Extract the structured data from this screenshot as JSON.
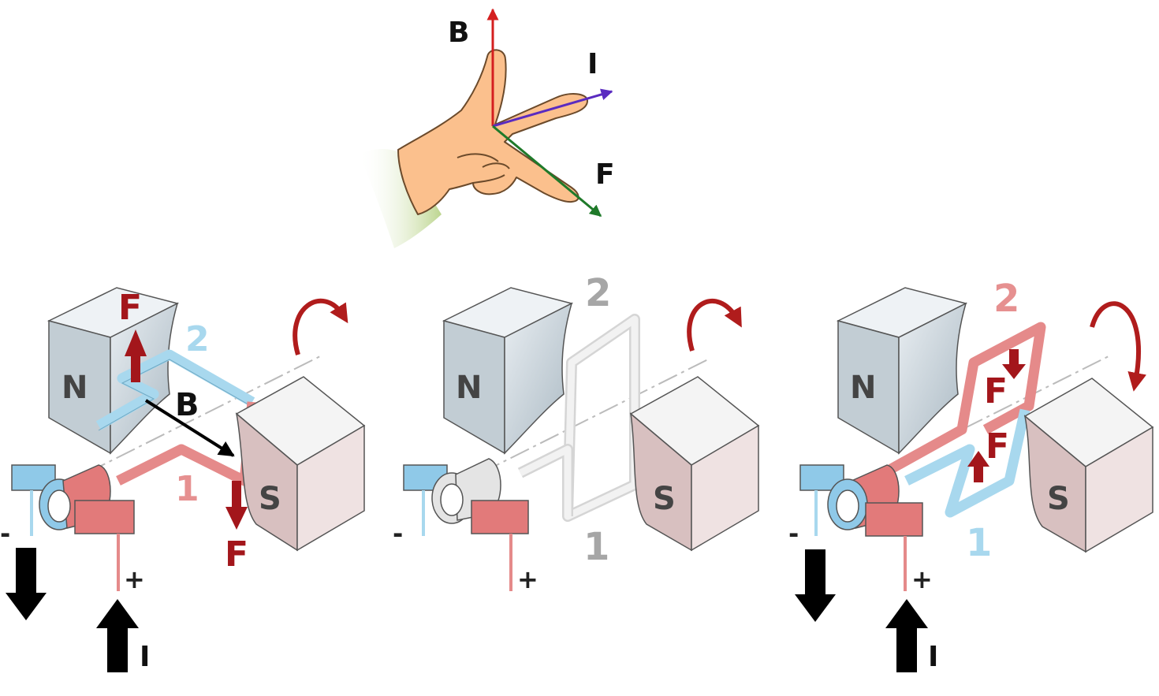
{
  "hand_rule": {
    "field_label": "B",
    "current_label": "I",
    "force_label": "F",
    "colors": {
      "field": "#d41f1f",
      "current": "#5a2bc0",
      "force": "#1f7a2a"
    }
  },
  "motors": [
    {
      "north_label": "N",
      "south_label": "S",
      "field_label": "B",
      "side1_label": "1",
      "side2_label": "2",
      "force_top_label": "F",
      "force_bottom_label": "F",
      "minus_label": "-",
      "plus_label": "+",
      "current_label": "I"
    },
    {
      "north_label": "N",
      "south_label": "S",
      "side1_label": "1",
      "side2_label": "2",
      "minus_label": "-",
      "plus_label": "+"
    },
    {
      "north_label": "N",
      "south_label": "S",
      "side1_label": "1",
      "side2_label": "2",
      "force_top_label": "F",
      "force_bottom_label": "F",
      "minus_label": "-",
      "plus_label": "+",
      "current_label": "I"
    }
  ],
  "colors": {
    "coil_red": "#e58a8a",
    "coil_blue": "#a8d8ee",
    "coil_gray": "#e6e6e6",
    "force_arrow": "#a3161b",
    "magnet_north": "#c2cdd4",
    "magnet_south": "#ead9d9"
  }
}
